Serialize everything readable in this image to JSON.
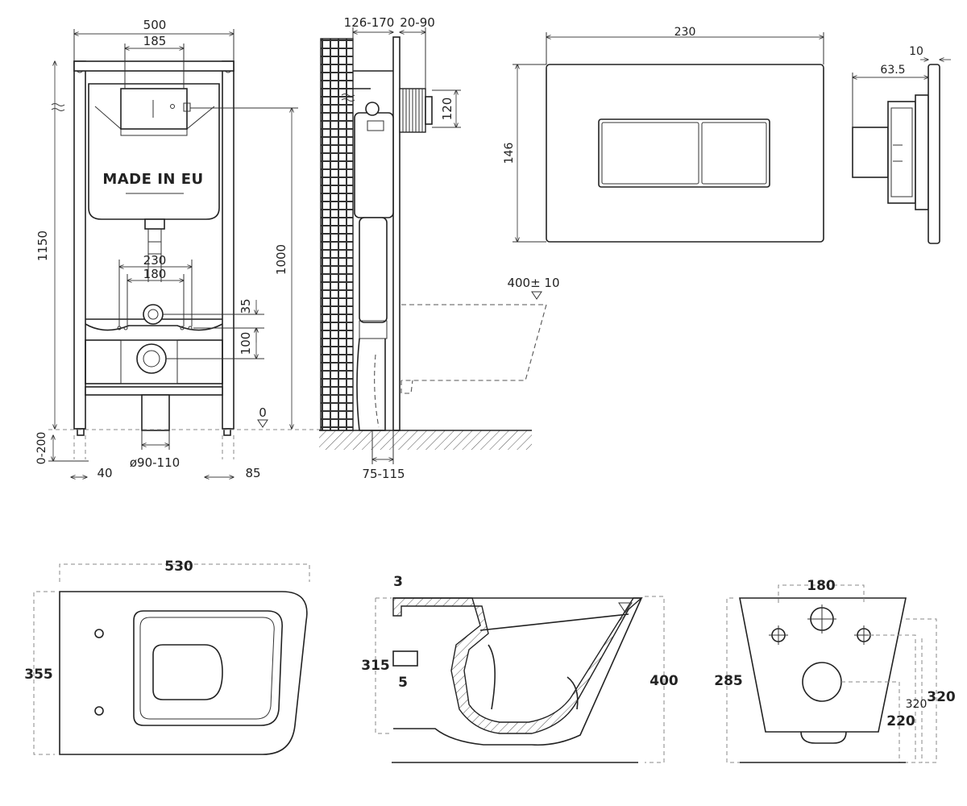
{
  "frame_front": {
    "dim_width": "500",
    "dim_flush_opening": "185",
    "dim_height": "1150",
    "dim_flush_height": "1000",
    "dim_bolt_outer": "230",
    "dim_bolt_inner": "180",
    "dim_pipe_gap": "35",
    "dim_drain_height": "100",
    "dim_adjust": "0-200",
    "dim_foot_left": "40",
    "dim_foot_right": "85",
    "dim_drain_pipe": "ø90-110",
    "level_zero": "0",
    "stamp": "MADE IN EU"
  },
  "frame_side": {
    "dim_depth": "126-170",
    "dim_pipe_depth": "20-90",
    "dim_pipe_height": "120",
    "dim_drain_offset": "75-115",
    "dim_seat_height": "400± 10"
  },
  "flush_plate": {
    "dim_width": "230",
    "dim_height": "146",
    "dim_side_depth": "63.5",
    "dim_thickness": "10"
  },
  "bowl": {
    "top_length": "530",
    "top_width": "355",
    "side_wall": "3",
    "side_height": "315",
    "side_inner": "5",
    "side_total": "400",
    "rear_bolts": "180",
    "rear_height": "285",
    "rear_small": "320",
    "rear_right": "320",
    "rear_drain": "220"
  }
}
